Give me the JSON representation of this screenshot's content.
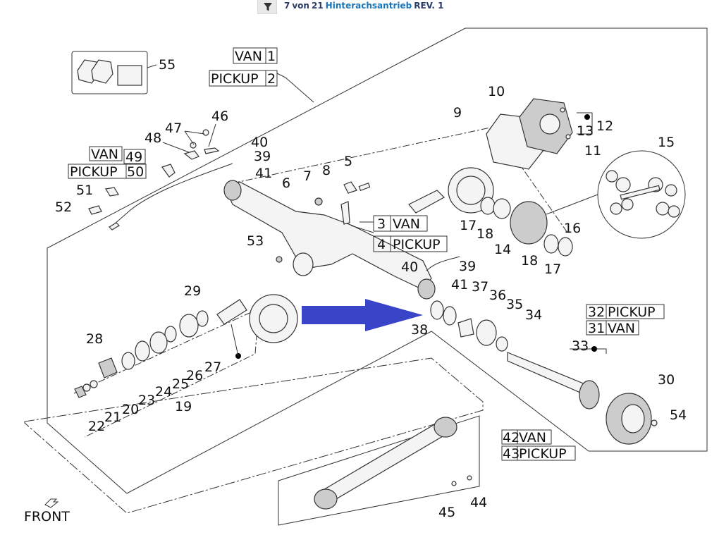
{
  "header": {
    "page_current": "7",
    "page_word": "von",
    "page_total": "21",
    "section_link": "Hinterachsantrieb",
    "revision": "REV. 1",
    "icons": {
      "filter": "filter-icon"
    }
  },
  "diagram": {
    "variant_labels": {
      "van_1": "VAN",
      "van_1_num": "1",
      "pickup_2": "PICKUP",
      "pickup_2_num": "2",
      "van_49": "VAN",
      "van_49_num": "49",
      "pickup_50": "PICKUP",
      "pickup_50_num": "50",
      "van_3_num": "3",
      "van_3": "VAN",
      "pickup_4_num": "4",
      "pickup_4": "PICKUP",
      "pickup_32_num": "32",
      "pickup_32": "PICKUP",
      "van_31_num": "31",
      "van_31": "VAN",
      "van_42_num": "42",
      "van_42": "VAN",
      "pickup_43_num": "43",
      "pickup_43": "PICKUP"
    },
    "part_numbers": {
      "p55": "55",
      "p47": "47",
      "p46": "46",
      "p48": "48",
      "p40a": "40",
      "p39a": "39",
      "p41a": "41",
      "p51": "51",
      "p52": "52",
      "p6": "6",
      "p7": "7",
      "p8": "8",
      "p5": "5",
      "p9": "9",
      "p10": "10",
      "p12": "12",
      "p13": "13",
      "p11": "11",
      "p15": "15",
      "p16": "16",
      "p17a": "17",
      "p18a": "18",
      "p14": "14",
      "p18b": "18",
      "p17b": "17",
      "p53": "53",
      "p40b": "40",
      "p39b": "39",
      "p41b": "41",
      "p29": "29",
      "p37": "37",
      "p36": "36",
      "p35": "35",
      "p34": "34",
      "p38": "38",
      "p28": "28",
      "p27": "27",
      "p26": "26",
      "p25": "25",
      "p24": "24",
      "p23": "23",
      "p20": "20",
      "p21": "21",
      "p22": "22",
      "p19": "19",
      "p33": "33",
      "p30": "30",
      "p54": "54",
      "p45": "45",
      "p44": "44"
    },
    "front_label": "FRONT",
    "arrow_color": "#3a44c8"
  }
}
